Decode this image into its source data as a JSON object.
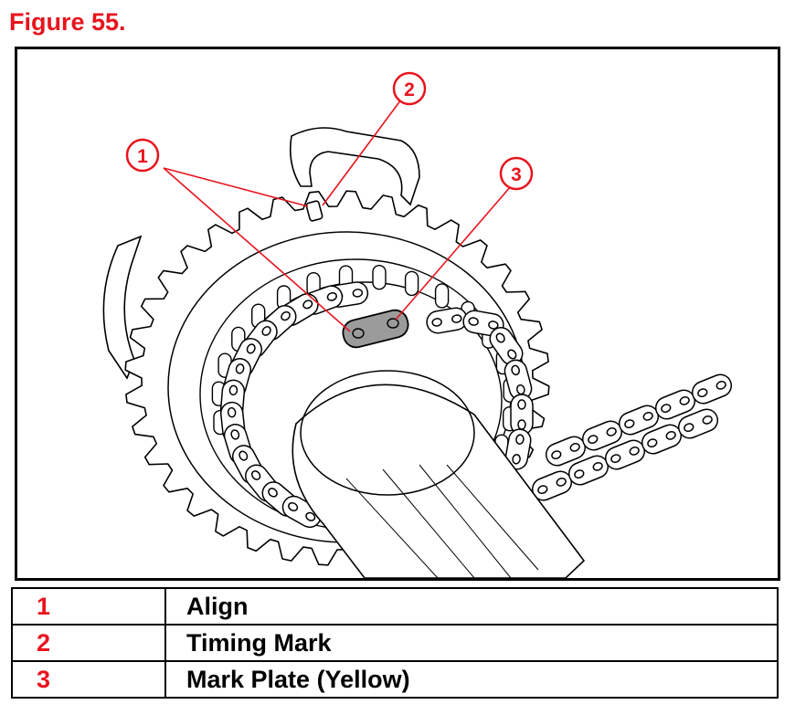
{
  "figure": {
    "title": "Figure 55."
  },
  "callouts": [
    {
      "number": "1"
    },
    {
      "number": "2"
    },
    {
      "number": "3"
    }
  ],
  "legend": [
    {
      "number": "1",
      "label": "Align"
    },
    {
      "number": "2",
      "label": "Timing Mark"
    },
    {
      "number": "3",
      "label": "Mark Plate (Yellow)"
    }
  ],
  "colors": {
    "callout": "#e8141e",
    "mark_plate": "#9b9b9b"
  }
}
